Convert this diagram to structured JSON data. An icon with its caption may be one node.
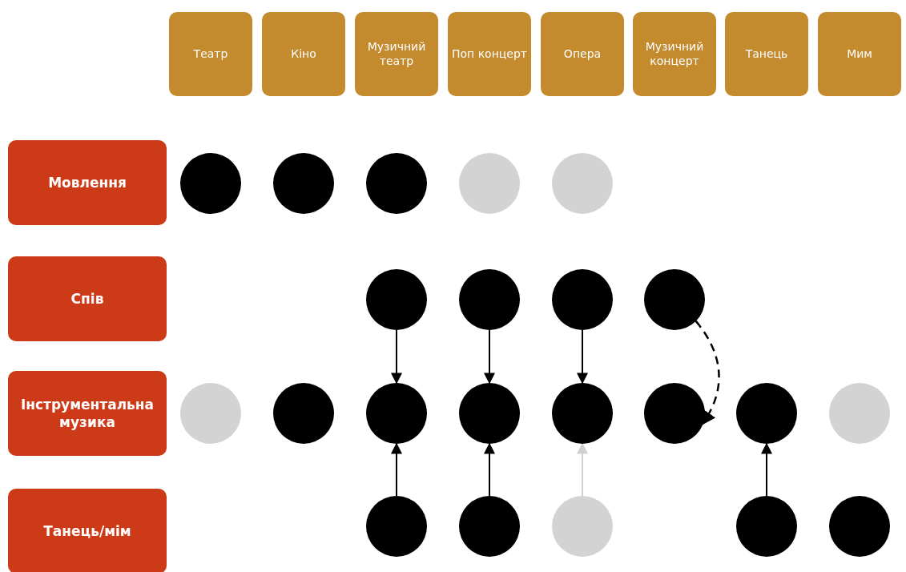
{
  "diagram": {
    "nodes": [
      {
        "text": [
          "Театр"
        ]
      },
      {
        "text": [
          "Кіно"
        ]
      },
      {
        "text": [
          "Музичний театр"
        ]
      },
      {
        "text": [
          "Поп концерт"
        ]
      },
      {
        "text": [
          "Опера"
        ]
      },
      {
        "text": [
          "Музичний концерт"
        ]
      },
      {
        "text": [
          "Танець"
        ]
      },
      {
        "text": [
          "Мим"
        ]
      },
      {
        "text": [
          "Мовлення"
        ]
      },
      {
        "text": [
          "Спів"
        ]
      },
      {
        "text": [
          "Інструментальна музика"
        ]
      },
      {
        "text": [
          "Танець/мім"
        ]
      },
      {
        "text": [],
        "shape": "circle"
      },
      {
        "text": [],
        "shape": "circle"
      },
      {
        "text": [],
        "shape": "circle"
      },
      {
        "text": [],
        "shape": "circle"
      },
      {
        "text": [],
        "shape": "circle"
      },
      {
        "text": [],
        "shape": "circle"
      },
      {
        "text": [],
        "shape": "circle"
      },
      {
        "text": [],
        "shape": "circle"
      },
      {
        "text": [],
        "shape": "circle"
      },
      {
        "text": [],
        "shape": "circle"
      },
      {
        "text": [],
        "shape": "circle"
      },
      {
        "text": [],
        "shape": "circle"
      },
      {
        "text": [],
        "shape": "circle"
      },
      {
        "text": [],
        "shape": "circle"
      },
      {
        "text": [],
        "shape": "circle"
      },
      {
        "text": [],
        "shape": "circle"
      },
      {
        "text": [],
        "shape": "circle"
      },
      {
        "text": [],
        "shape": "circle"
      },
      {
        "text": [],
        "shape": "circle"
      },
      {
        "text": [],
        "shape": "circle"
      },
      {
        "text": [],
        "shape": "circle"
      },
      {
        "text": [],
        "shape": "circle"
      }
    ],
    "edges": [
      {
        "from": 17,
        "to": 23,
        "arrow": "to"
      },
      {
        "from": 18,
        "to": 24,
        "arrow": "to"
      },
      {
        "from": 19,
        "to": 25,
        "arrow": "to"
      },
      {
        "from": 20,
        "to": 26,
        "arrow": "to",
        "style": "dashed"
      },
      {
        "from": 29,
        "to": 23,
        "arrow": "to"
      },
      {
        "from": 30,
        "to": 24,
        "arrow": "to"
      },
      {
        "from": 31,
        "to": 25,
        "arrow": "to",
        "color": "#d0d0d0"
      },
      {
        "from": 32,
        "to": 27,
        "arrow": "to"
      }
    ]
  }
}
